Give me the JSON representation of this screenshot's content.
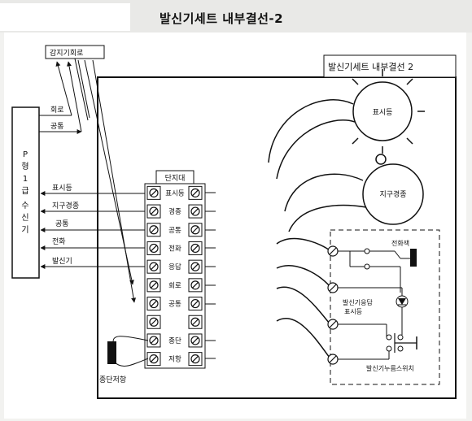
{
  "page_title": "발신기세트 내부결선-2",
  "diagram_title": "발신기세트 내부결선 2",
  "sensor_circuit": "감지기회로",
  "receiver": {
    "label_parts": [
      "P",
      "형",
      "1",
      "급",
      "수",
      "신",
      "기"
    ],
    "taps": [
      "회로",
      "공통"
    ],
    "lines": [
      "표시등",
      "지구경종",
      "공통",
      "전화",
      "발신기"
    ]
  },
  "terminal_block": {
    "title": "단지대",
    "labels": [
      "표시등",
      "경종",
      "공통",
      "전화",
      "응답",
      "회로",
      "공통",
      "",
      "종단",
      "저항"
    ]
  },
  "end_resistor": "종단저항",
  "devices": {
    "indicator_lamp": "표시등",
    "bell": "지구경종",
    "phone_jack": "전화잭",
    "response_lamp_line1": "발신기응답",
    "response_lamp_line2": "표시등",
    "push_switch": "발신기누름스위치"
  }
}
